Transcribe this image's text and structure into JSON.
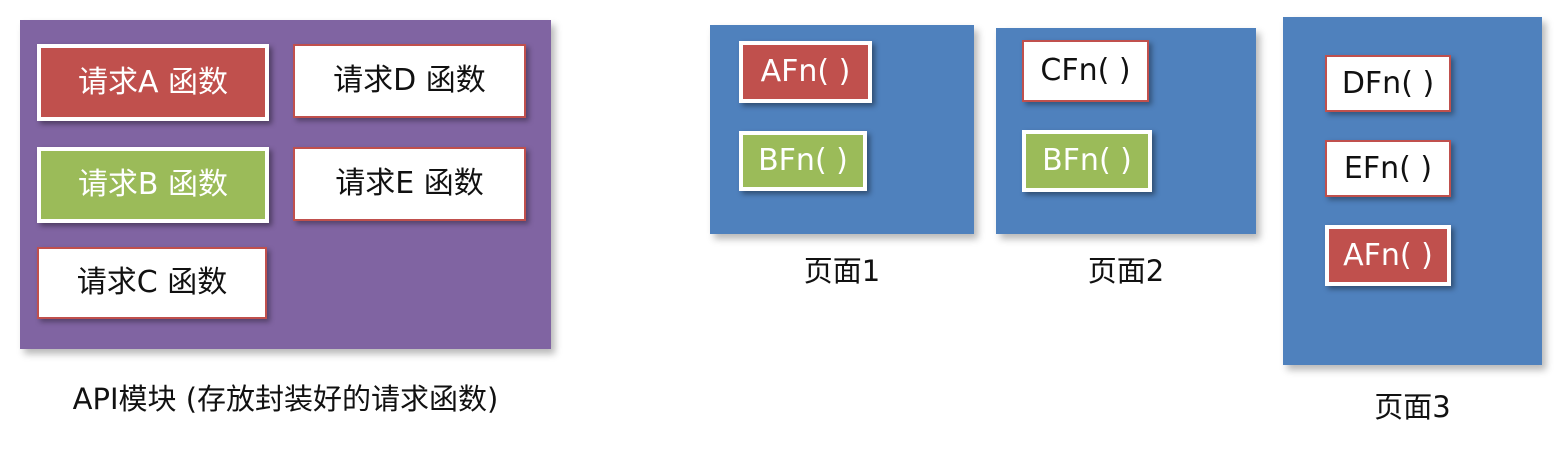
{
  "colors": {
    "api_module_bg": "#8064A2",
    "page_bg": "#4F81BD",
    "fn_red": "#C0504D",
    "fn_green": "#9BBB59",
    "fn_white": "#FFFFFF",
    "white_btn_border": "#C0504D",
    "btn_text_light": "#FFFFFF",
    "btn_text_dark": "#111111"
  },
  "api_module": {
    "label": "API模块 (存放封装好的请求函数)",
    "functions": [
      {
        "label": "请求A 函数",
        "style": "red"
      },
      {
        "label": "请求D 函数",
        "style": "white"
      },
      {
        "label": "请求B 函数",
        "style": "green"
      },
      {
        "label": "请求E 函数",
        "style": "white"
      },
      {
        "label": "请求C 函数",
        "style": "white"
      }
    ]
  },
  "pages": [
    {
      "label": "页面1",
      "calls": [
        {
          "label": "AFn( )",
          "style": "red"
        },
        {
          "label": "BFn( )",
          "style": "green"
        }
      ]
    },
    {
      "label": "页面2",
      "calls": [
        {
          "label": "CFn( )",
          "style": "white"
        },
        {
          "label": "BFn( )",
          "style": "green"
        }
      ]
    },
    {
      "label": "页面3",
      "calls": [
        {
          "label": "DFn( )",
          "style": "white"
        },
        {
          "label": "EFn( )",
          "style": "white"
        },
        {
          "label": "AFn( )",
          "style": "red"
        }
      ]
    }
  ]
}
